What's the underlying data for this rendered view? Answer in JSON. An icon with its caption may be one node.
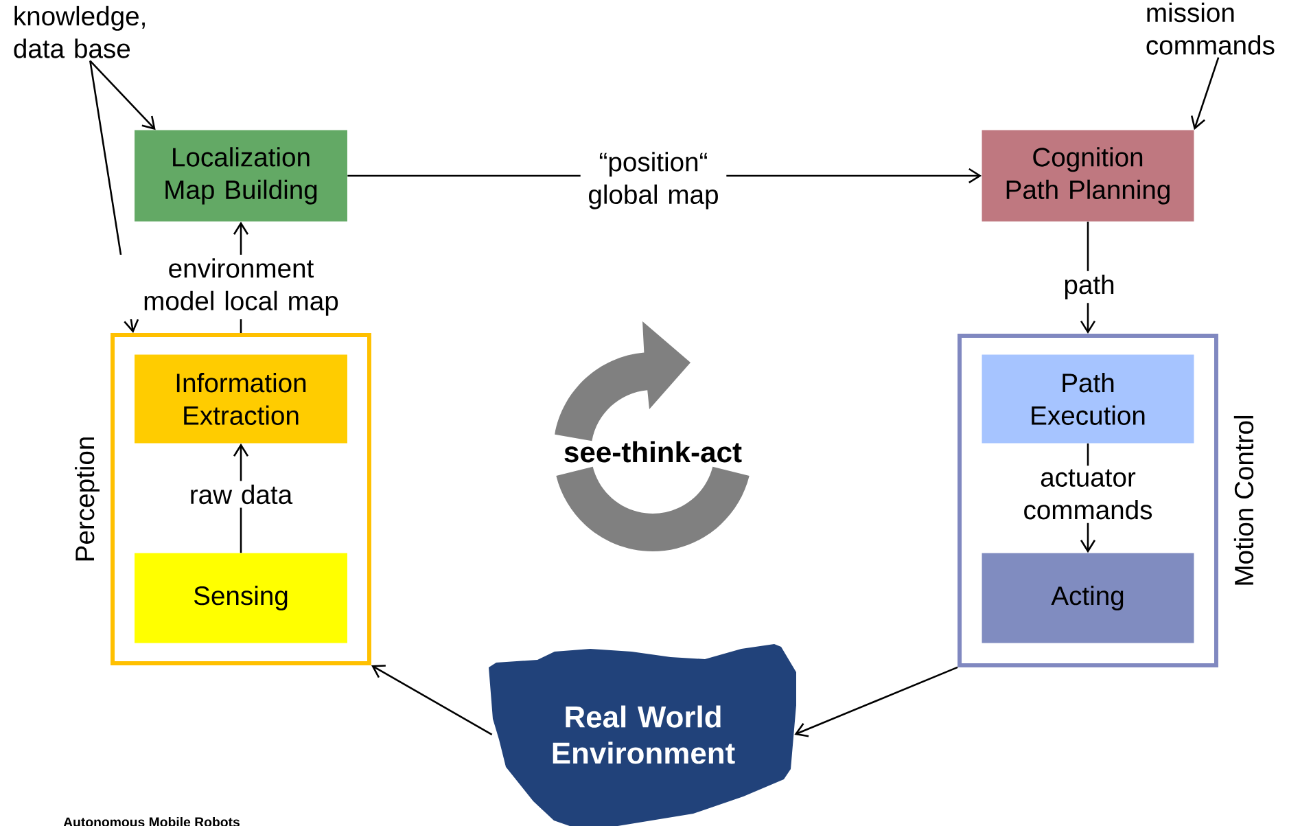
{
  "diagram": {
    "nodes": [
      {
        "text": [
          "knowledge, data base"
        ]
      },
      {
        "text": [
          "mission commands"
        ]
      },
      {
        "text": [
          "Localization Map Building"
        ]
      },
      {
        "text": [
          "Cognition Path Planning"
        ]
      },
      {
        "text": [
          "Perception"
        ]
      },
      {
        "text": [
          "Information Extraction"
        ],
        "in": 4
      },
      {
        "text": [
          "Sensing"
        ],
        "in": 4
      },
      {
        "text": [
          "Motion Control"
        ]
      },
      {
        "text": [
          "Path Execution"
        ],
        "in": 7
      },
      {
        "text": [
          "Acting"
        ],
        "in": 7
      },
      {
        "text": [
          "Real World Environment"
        ]
      }
    ],
    "edges": [
      {
        "from": 0,
        "to": 2,
        "arrow": "to"
      },
      {
        "from": 0,
        "to": 4,
        "arrow": "to"
      },
      {
        "from": 1,
        "to": 3,
        "arrow": "to"
      },
      {
        "from": 2,
        "to": 3,
        "arrow": "to",
        "label": "“position“ global map"
      },
      {
        "from": 4,
        "to": 2,
        "arrow": "to",
        "label": "environment model local map"
      },
      {
        "from": 6,
        "to": 5,
        "arrow": "to",
        "label": "raw data"
      },
      {
        "from": 3,
        "to": 7,
        "arrow": "to",
        "label": "path"
      },
      {
        "from": 8,
        "to": 9,
        "arrow": "to",
        "label": "actuator commands"
      },
      {
        "from": 7,
        "to": 10,
        "arrow": "to"
      },
      {
        "from": 10,
        "to": 4,
        "arrow": "to"
      }
    ],
    "labels": [
      "see-think-act",
      "Autonomous Mobile Robots"
    ]
  }
}
